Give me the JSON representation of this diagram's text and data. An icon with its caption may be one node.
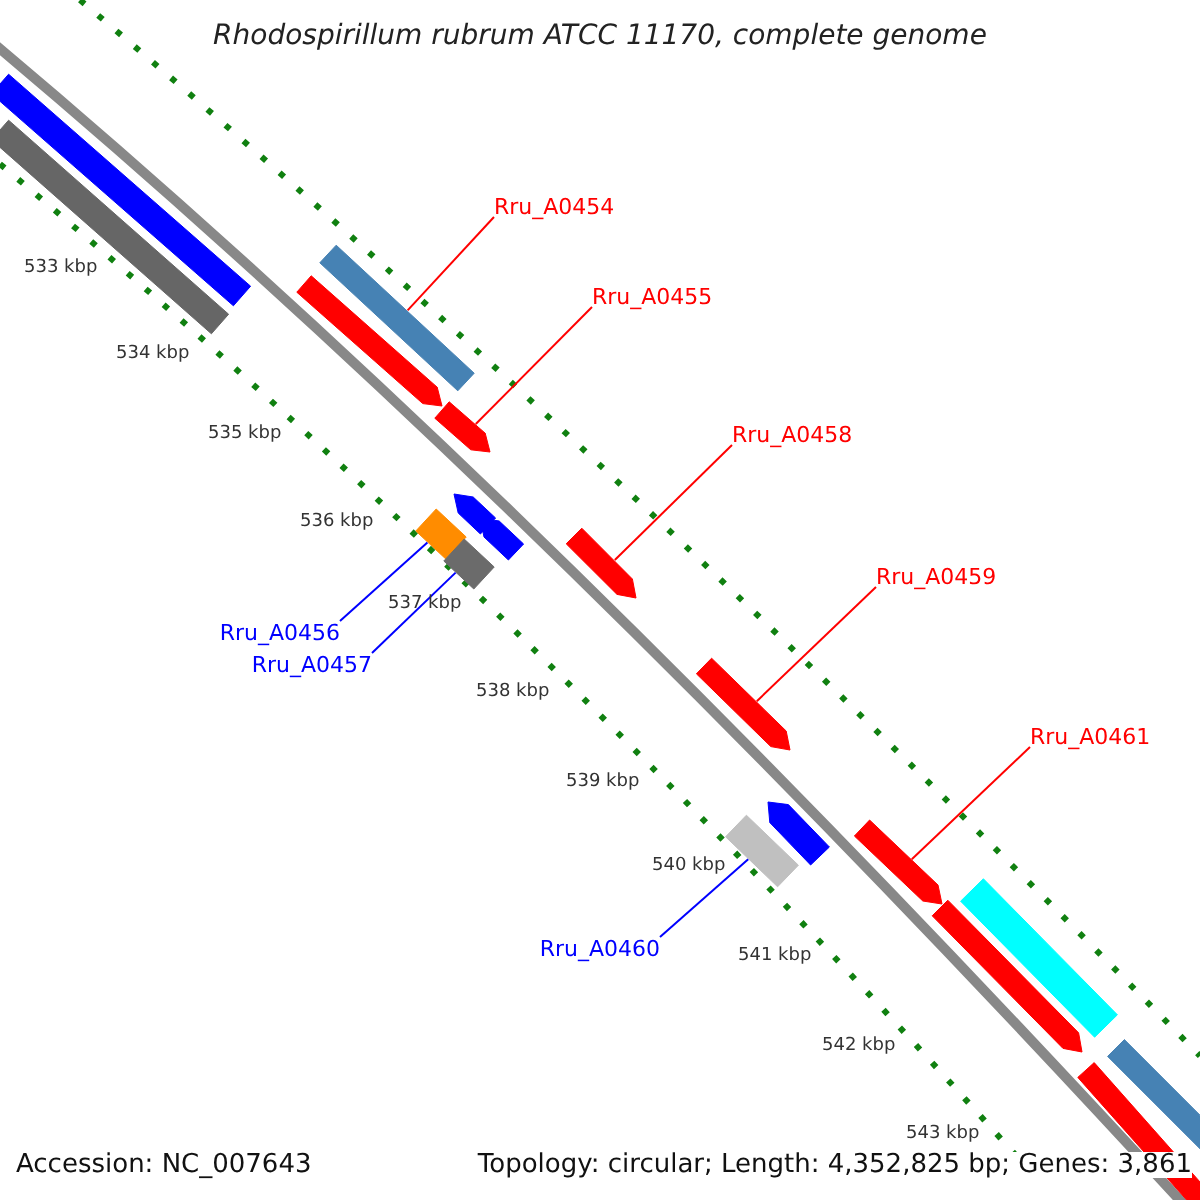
{
  "diagram": {
    "title": "Rhodospirillum rubrum ATCC 11170, complete genome",
    "nodes": [
      {
        "text": [
          "Rru_A0454"
        ]
      },
      {
        "text": [],
        "shape": "bar"
      },
      {
        "text": [
          "Rru_A0455"
        ]
      },
      {
        "text": [],
        "shape": "arrow"
      },
      {
        "text": [
          "Rru_A0458"
        ]
      },
      {
        "text": [],
        "shape": "arrow"
      },
      {
        "text": [
          "Rru_A0459"
        ]
      },
      {
        "text": [],
        "shape": "arrow"
      },
      {
        "text": [
          "Rru_A0461"
        ]
      },
      {
        "text": [],
        "shape": "arrow"
      },
      {
        "text": [
          "Rru_A0456"
        ]
      },
      {
        "text": [],
        "shape": "box"
      },
      {
        "text": [
          "Rru_A0457"
        ]
      },
      {
        "text": [],
        "shape": "box"
      },
      {
        "text": [
          "Rru_A0460"
        ]
      },
      {
        "text": [],
        "shape": "box"
      },
      {
        "text": [],
        "shape": "bar"
      },
      {
        "text": [],
        "shape": "bar"
      },
      {
        "text": [],
        "shape": "arrow"
      },
      {
        "text": [],
        "shape": "arrow"
      },
      {
        "text": [],
        "shape": "arrow"
      },
      {
        "text": [],
        "shape": "arrow"
      },
      {
        "text": [],
        "shape": "arrow"
      },
      {
        "text": [],
        "shape": "bar"
      },
      {
        "text": [],
        "shape": "arrow"
      },
      {
        "text": [],
        "shape": "bar"
      }
    ],
    "edges": [
      {
        "from": 0,
        "to": 1,
        "arrow": "none"
      },
      {
        "from": 2,
        "to": 3,
        "arrow": "none"
      },
      {
        "from": 4,
        "to": 5,
        "arrow": "none"
      },
      {
        "from": 6,
        "to": 7,
        "arrow": "none"
      },
      {
        "from": 8,
        "to": 9,
        "arrow": "none"
      },
      {
        "from": 10,
        "to": 11,
        "arrow": "none",
        "color": "#0000ff"
      },
      {
        "from": 12,
        "to": 13,
        "arrow": "none",
        "color": "#0000ff"
      },
      {
        "from": 14,
        "to": 15,
        "arrow": "none",
        "color": "#0000ff"
      }
    ],
    "labels": [
      "533 kbp",
      "534 kbp",
      "535 kbp",
      "536 kbp",
      "537 kbp",
      "538 kbp",
      "539 kbp",
      "540 kbp",
      "541 kbp",
      "542 kbp",
      "543 kbp",
      "Accession: NC_007643",
      "Topology: circular; Length: 4,352,825 bp; Genes: 3,861"
    ]
  }
}
